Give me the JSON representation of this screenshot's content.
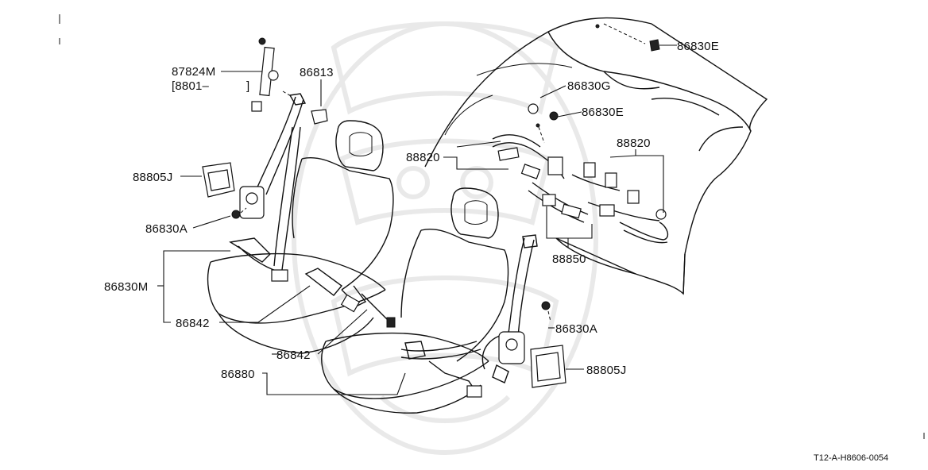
{
  "labels": {
    "retractor_upper_anchor": "87824M",
    "range_bracket": "[8801–",
    "range_bracket_close": "]",
    "cover_cap": "86813",
    "retractor_cover_left": "88805J",
    "bolt_a_left": "86830A",
    "front_belt_assy": "86830M",
    "buckle_left": "86842",
    "buckle_right": "86842",
    "seat_assy": "86880",
    "bolt_e_top": "86830E",
    "bolt_g": "86830G",
    "bolt_e_mid": "86830E",
    "rear_buckle_left": "88820",
    "rear_buckle_right": "88820",
    "rear_center_belt": "88850",
    "bolt_a_right": "86830A",
    "retractor_cover_right": "88805J"
  },
  "reference_code": "T12-A-H8606-0054",
  "colors": {
    "ink": "#111111",
    "background": "#ffffff",
    "watermark": "#e9e9e9"
  },
  "icons": [
    "watermark-emblem",
    "front-seat-left",
    "front-seat-right",
    "rear-seat",
    "seat-belt-webbing",
    "retractor",
    "bolt",
    "buckle"
  ]
}
